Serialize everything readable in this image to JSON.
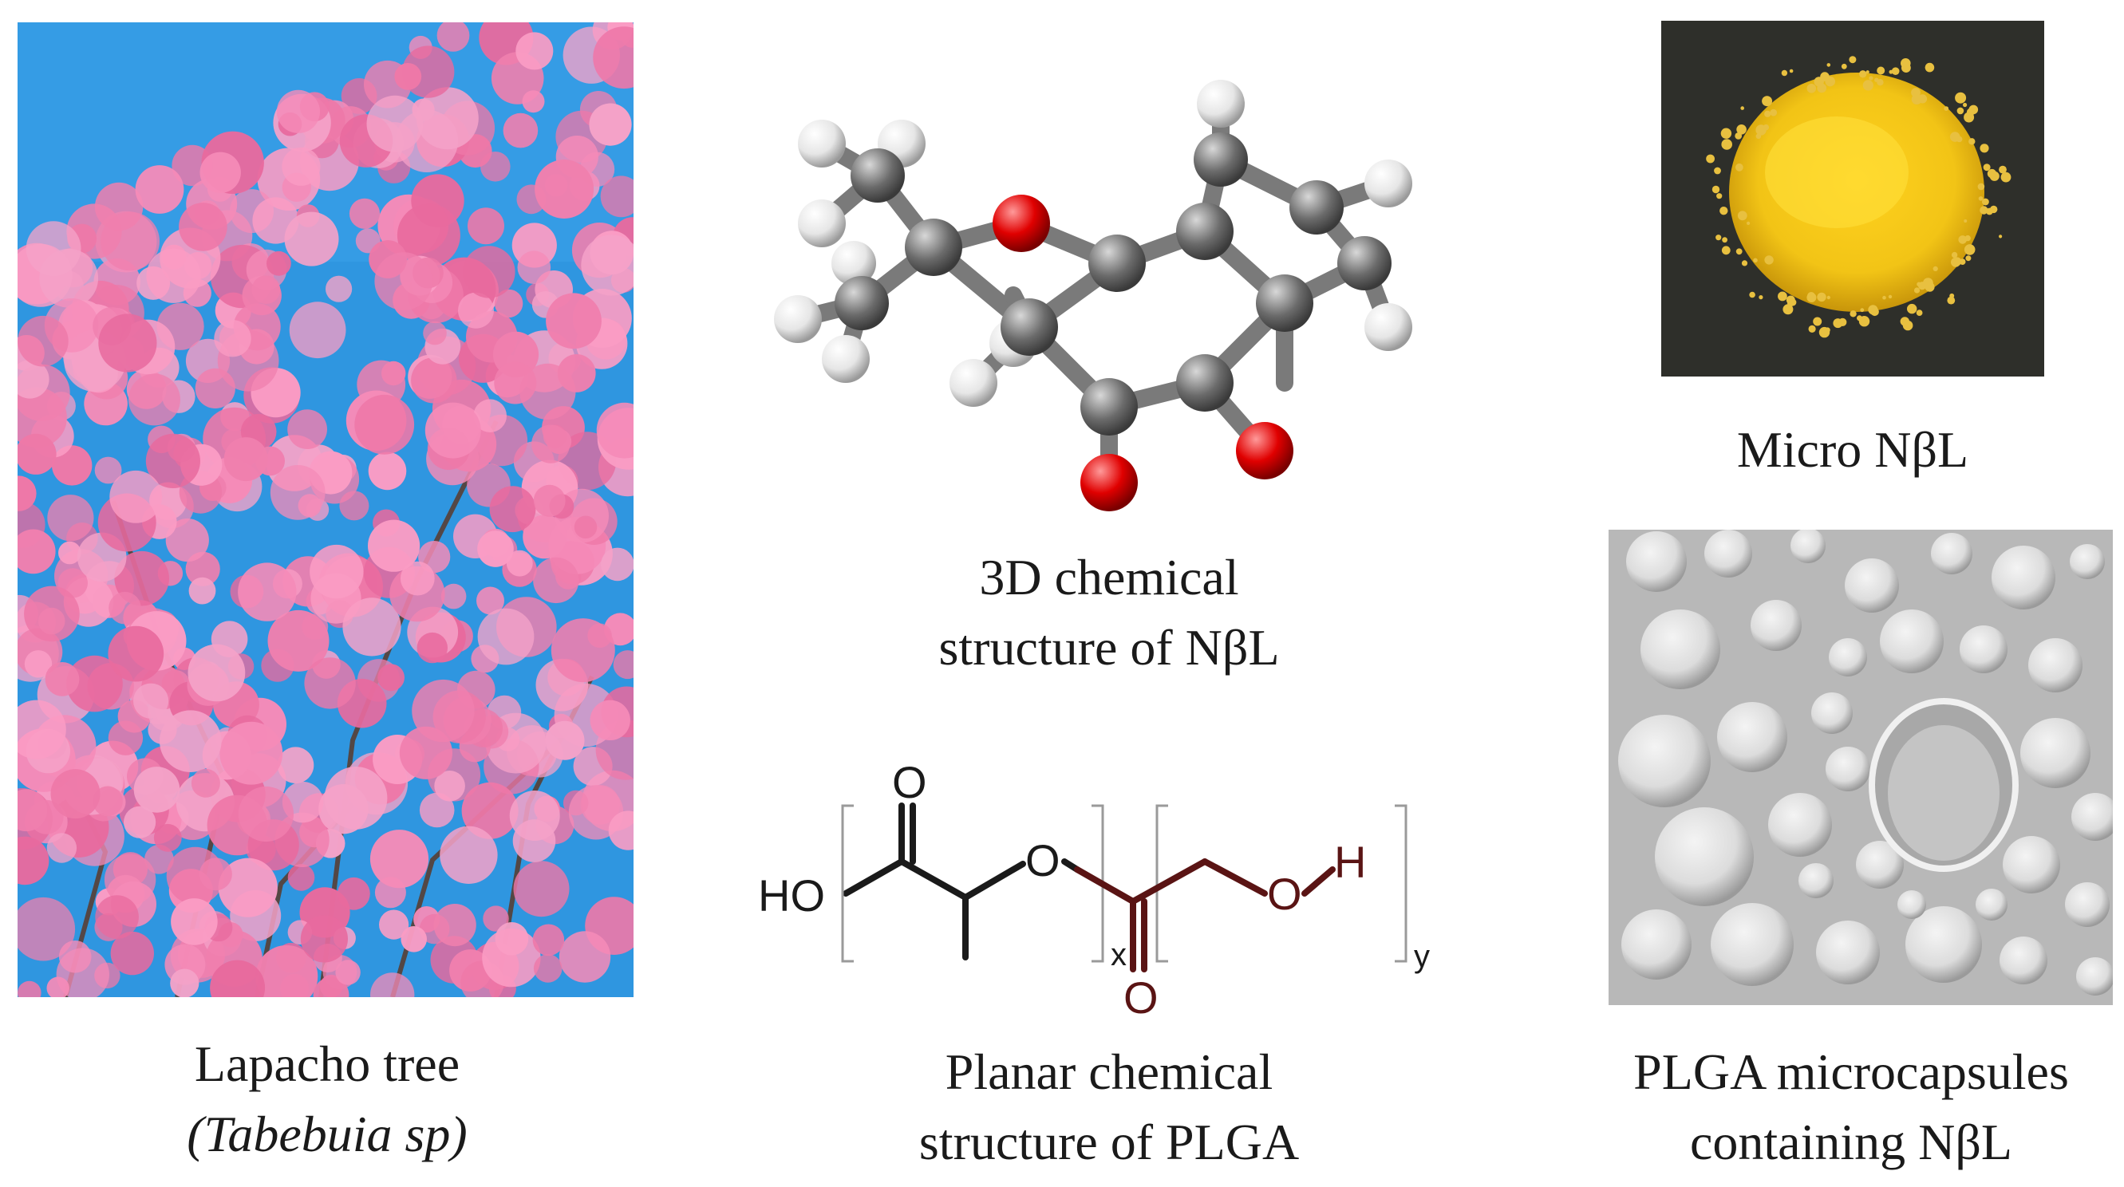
{
  "captions": {
    "lapacho_line1": "Lapacho tree",
    "lapacho_line2": "(Tabebuia sp)",
    "structure3d_line1": "3D chemical",
    "structure3d_line2": "structure of NβL",
    "plga_line1": "Planar chemical",
    "plga_line2": "structure of PLGA",
    "micro": "Micro NβL",
    "capsules_line1": "PLGA microcapsules",
    "capsules_line2": "containing NβL"
  },
  "plga_formula": {
    "ho": "HO",
    "o_top": "O",
    "o_mid": "O",
    "o_bottom": "O",
    "o_right": "O",
    "h": "H",
    "sub_x": "x",
    "sub_y": "y"
  },
  "colors": {
    "sky": "#2f96e0",
    "blossom": "#f07fae",
    "carbon": "#6b6b6b",
    "oxygen": "#e00000",
    "hydrogen": "#f2f2f2",
    "plga_lactide": "#1a1a1a",
    "plga_glycolide": "#5a1414",
    "powder": "#f2c416",
    "sem_bg": "#b8b8b8"
  }
}
